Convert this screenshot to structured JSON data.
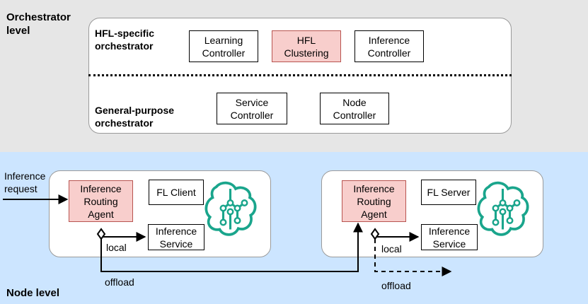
{
  "orchestrator_level": {
    "label": "Orchestrator\nlevel",
    "hfl_group_label": "HFL-specific\norchestrator",
    "general_group_label": "General-purpose\norchestrator",
    "boxes": {
      "learning_controller": "Learning\nController",
      "hfl_clustering": "HFL\nClustering",
      "inference_controller": "Inference\nController",
      "service_controller": "Service\nController",
      "node_controller": "Node\nController"
    }
  },
  "node_level": {
    "label": "Node level",
    "inference_request": "Inference\nrequest",
    "left_node": {
      "routing_agent": "Inference\nRouting\nAgent",
      "fl_role": "FL Client",
      "inference_service": "Inference\nService",
      "local_label": "local",
      "offload_label": "offload"
    },
    "right_node": {
      "routing_agent": "Inference\nRouting\nAgent",
      "fl_role": "FL Server",
      "inference_service": "Inference\nService",
      "local_label": "local",
      "offload_label": "offload"
    }
  },
  "colors": {
    "orchestrator_band": "#e6e6e6",
    "node_band": "#cce5ff",
    "highlight_fill": "#f8cecc",
    "highlight_border": "#b85450",
    "brain_icon": "#1aa58c"
  },
  "icons": [
    "ai-brain-icon"
  ]
}
